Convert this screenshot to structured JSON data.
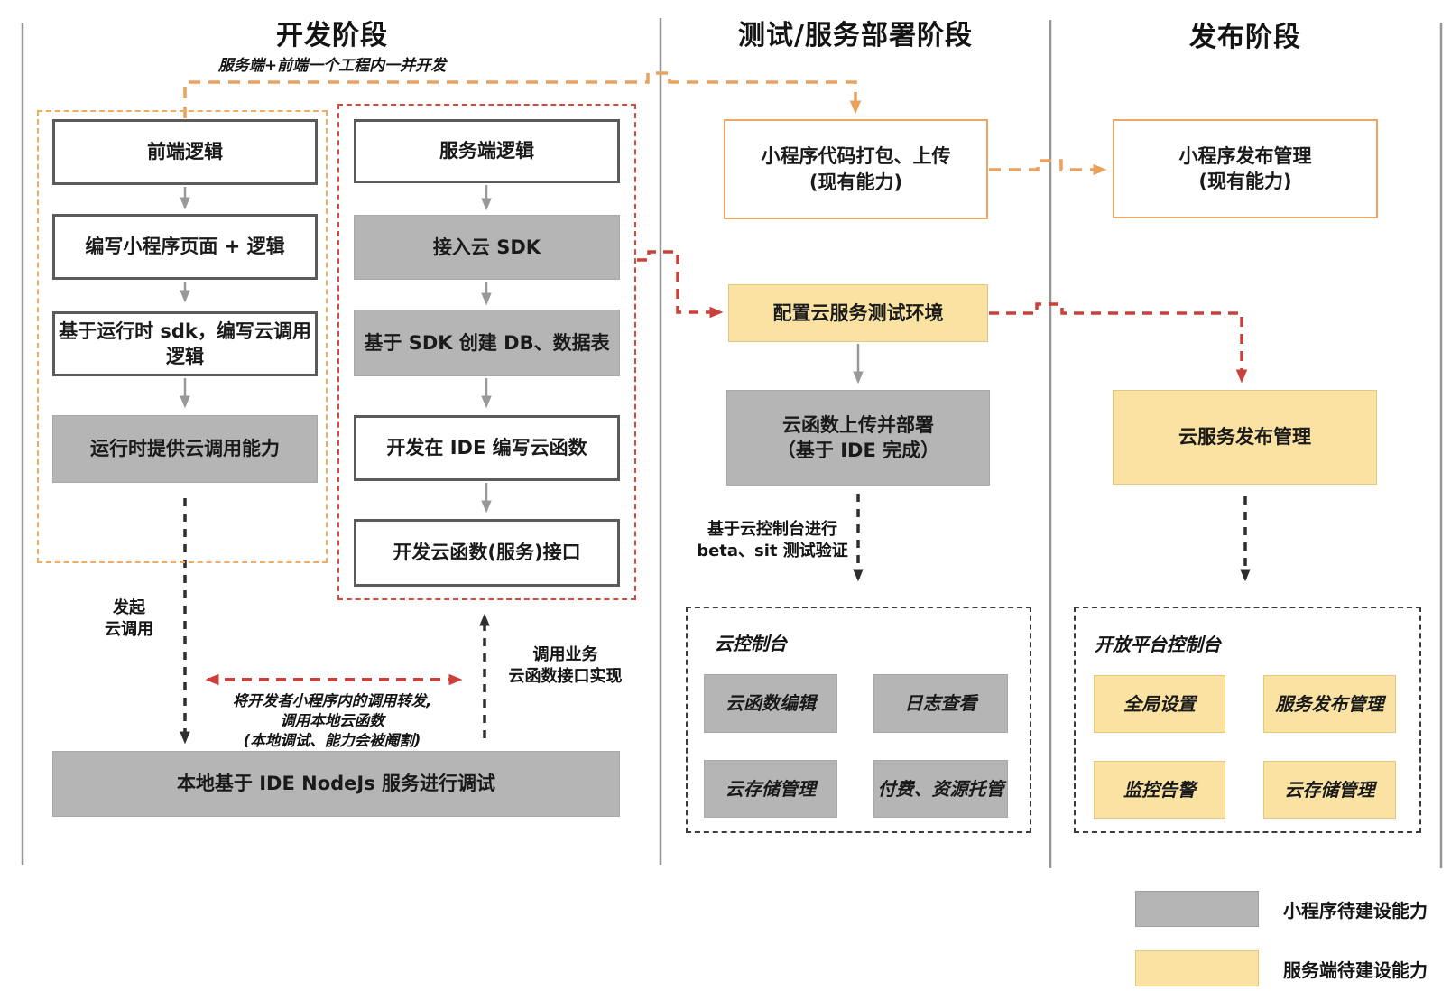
{
  "phase_dev": {
    "title": "开发阶段",
    "subtitle": "服务端+前端一个工程内一并开发",
    "frontend_logic": "前端逻辑",
    "write_page": "编写小程序页面 + 逻辑",
    "runtime_sdk": "基于运行时 sdk，编写云调用\n逻辑",
    "runtime_capability": "运行时提供云调用能力",
    "server_logic": "服务端逻辑",
    "access_sdk": "接入云 SDK",
    "create_db": "基于 SDK 创建 DB、数据表",
    "ide_function": "开发在 IDE 编写云函数",
    "function_api": "开发云函数(服务)接口",
    "local_debug": "本地基于 IDE NodeJs 服务进行调试",
    "label_initiate": "发起\n云调用",
    "label_forward": "将开发者小程序内的调用转发,\n调用本地云函数\n(本地调试、能力会被阉割)",
    "label_call_impl": "调用业务\n云函数接口实现"
  },
  "phase_test": {
    "title": "测试/服务部署阶段",
    "pack_upload": "小程序代码打包、上传\n(现有能力)",
    "config_env": "配置云服务测试环境",
    "deploy_func": "云函数上传并部署\n（基于 IDE 完成）",
    "label_beta": "基于云控制台进行\nbeta、sit 测试验证",
    "console": {
      "title": "云控制台",
      "items": [
        "云函数编辑",
        "日志查看",
        "云存储管理",
        "付费、资源托管"
      ]
    }
  },
  "phase_release": {
    "title": "发布阶段",
    "publish_mgmt": "小程序发布管理\n(现有能力)",
    "cloud_publish": "云服务发布管理",
    "console": {
      "title": "开放平台控制台",
      "items": [
        "全局设置",
        "服务发布管理",
        "监控告警",
        "云存储管理"
      ]
    }
  },
  "legend": {
    "gray": "小程序待建设能力",
    "yellow": "服务端待建设能力"
  },
  "colors": {
    "gray_fill": "#b5b5b5",
    "yellow_fill": "#fae3a2",
    "orange_accent": "#e8a25e",
    "red_accent": "#c9413a",
    "rail_gray": "#969696"
  }
}
